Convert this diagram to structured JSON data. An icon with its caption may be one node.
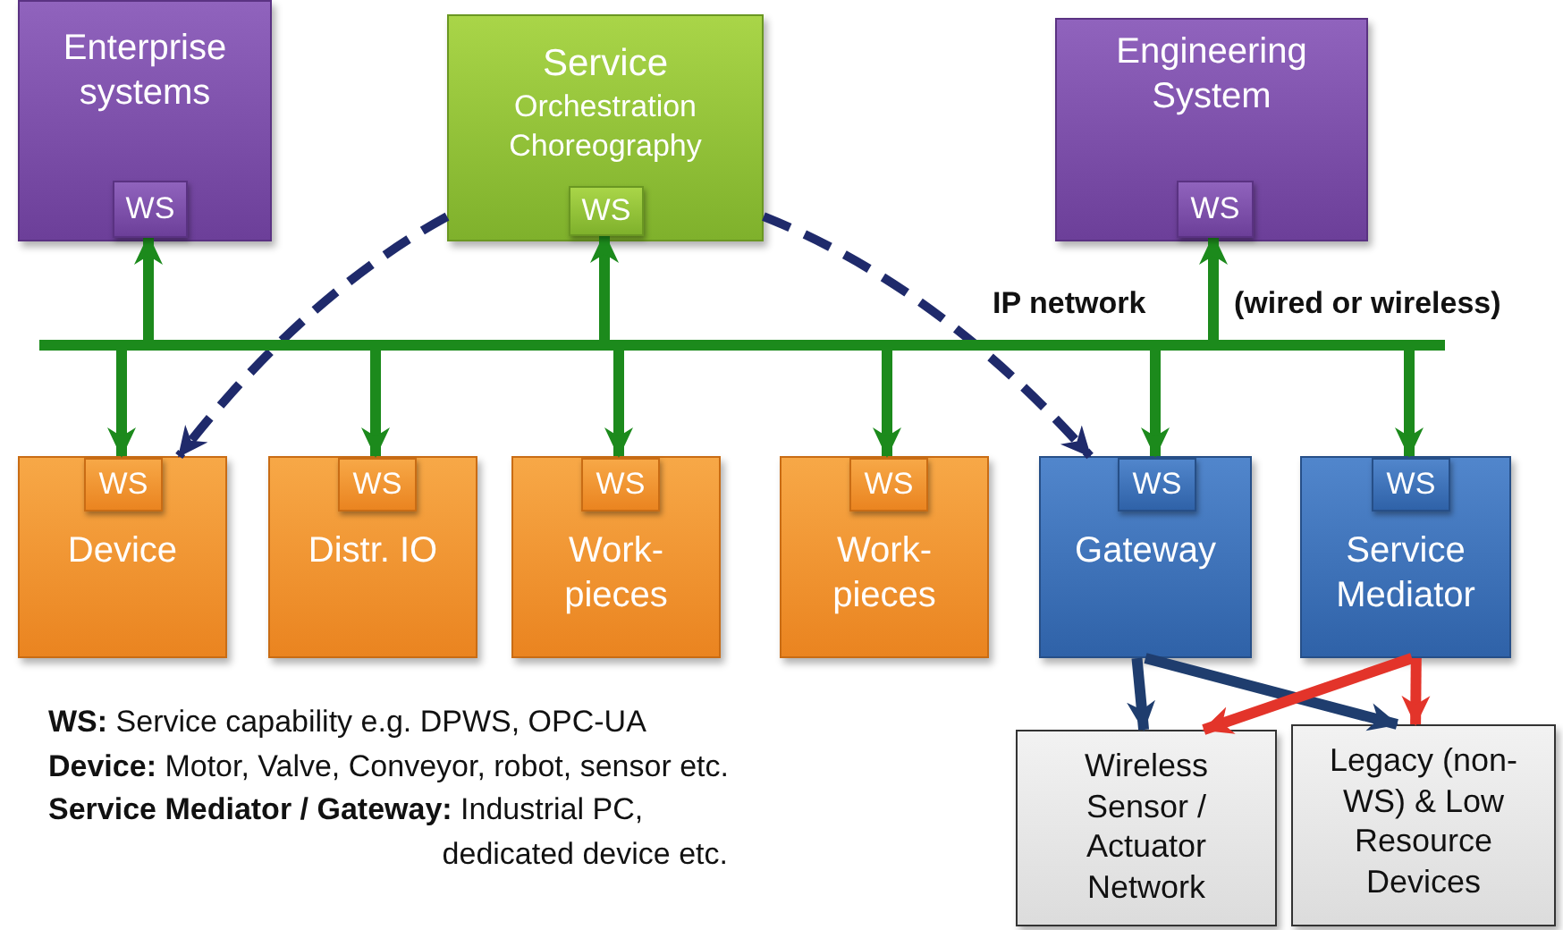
{
  "diagram": {
    "nodes": [
      {
        "text": [
          "Enterprise systems"
        ]
      },
      {
        "text": [
          "WS"
        ],
        "in": 0
      },
      {
        "text": [
          "Service",
          "Orchestration Choreography"
        ]
      },
      {
        "text": [
          "WS"
        ],
        "in": 2
      },
      {
        "text": [
          "Engineering System"
        ]
      },
      {
        "text": [
          "WS"
        ],
        "in": 4
      },
      {
        "text": [],
        "shape": "bar",
        "beside": [
          "IP network",
          "(wired or wireless)"
        ]
      },
      {
        "text": [
          "Device"
        ]
      },
      {
        "text": [
          "WS"
        ],
        "in": 7
      },
      {
        "text": [
          "Distr. IO"
        ]
      },
      {
        "text": [
          "WS"
        ],
        "in": 9
      },
      {
        "text": [
          "Work-pieces"
        ]
      },
      {
        "text": [
          "WS"
        ],
        "in": 11
      },
      {
        "text": [
          "Work-pieces"
        ]
      },
      {
        "text": [
          "WS"
        ],
        "in": 13
      },
      {
        "text": [
          "Gateway"
        ]
      },
      {
        "text": [
          "WS"
        ],
        "in": 15
      },
      {
        "text": [
          "Service Mediator"
        ]
      },
      {
        "text": [
          "WS"
        ],
        "in": 17
      },
      {
        "text": [
          "Wireless Sensor / Actuator Network"
        ]
      },
      {
        "text": [
          "Legacy (non-WS) & Low Resource Devices"
        ]
      }
    ],
    "edges": [
      {
        "from": 6,
        "to": 1,
        "arrow": "to"
      },
      {
        "from": 6,
        "to": 3,
        "arrow": "to"
      },
      {
        "from": 6,
        "to": 5,
        "arrow": "to"
      },
      {
        "from": 6,
        "to": 8,
        "arrow": "to"
      },
      {
        "from": 6,
        "to": 10,
        "arrow": "to"
      },
      {
        "from": 6,
        "to": 12,
        "arrow": "to"
      },
      {
        "from": 6,
        "to": 14,
        "arrow": "to"
      },
      {
        "from": 6,
        "to": 16,
        "arrow": "to"
      },
      {
        "from": 6,
        "to": 18,
        "arrow": "to"
      },
      {
        "from": 2,
        "to": 7,
        "arrow": "to",
        "style": "dashed",
        "color": "#1f2a6b"
      },
      {
        "from": 2,
        "to": 15,
        "arrow": "to",
        "style": "dashed",
        "color": "#1f2a6b"
      },
      {
        "from": 15,
        "to": 19,
        "arrow": "to",
        "color": "#1f3d6e"
      },
      {
        "from": 15,
        "to": 20,
        "arrow": "to",
        "color": "#1f3d6e"
      },
      {
        "from": 17,
        "to": 19,
        "arrow": "to",
        "color": "#e3342a"
      },
      {
        "from": 17,
        "to": 20,
        "arrow": "to",
        "color": "#e3342a"
      }
    ],
    "labels": [
      "**WS:** Service  capability e.g. DPWS, OPC-UA",
      "**Device:** Motor, Valve, Conveyor, robot, sensor etc.",
      "**Service Mediator / Gateway:** Industrial PC, dedicated device etc."
    ]
  }
}
